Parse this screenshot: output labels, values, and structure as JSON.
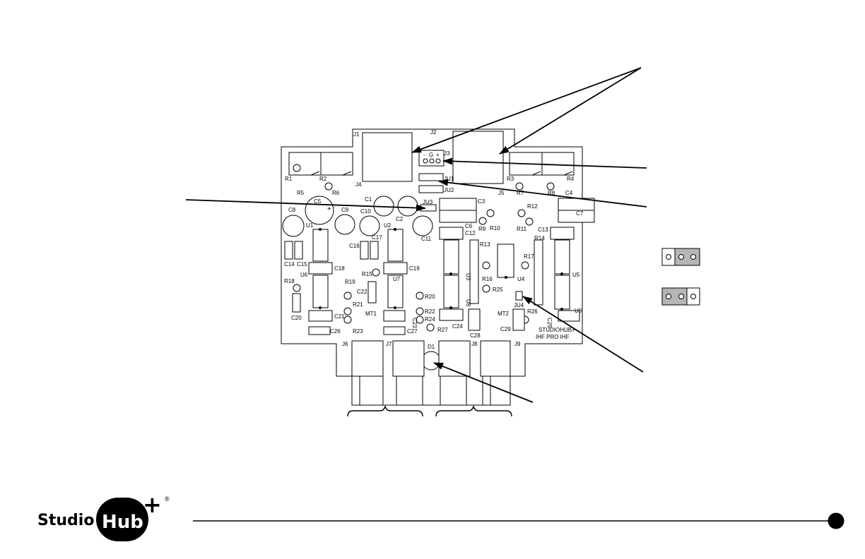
{
  "board": {
    "silkscreen": [
      "STUDIOHUB+",
      "IHF PRO IHF"
    ],
    "components": {
      "J1": "J1",
      "J2": "J2",
      "J3": "J3",
      "J4": "J4",
      "J5": "J5",
      "J6": "J6",
      "J7": "J7",
      "J8": "J8",
      "J9": "J9",
      "JU1": "JU1",
      "JU2": "JU2",
      "JU3": "JU3",
      "JU4": "JU4",
      "R1": "R1",
      "R2": "R2",
      "R3": "R3",
      "R4": "R4",
      "R5": "R5",
      "R6": "R6",
      "R7": "R7",
      "R8": "R8",
      "R9": "R9",
      "R10": "R10",
      "R11": "R11",
      "R12": "R12",
      "R13": "R13",
      "R14": "R14",
      "R15": "R15",
      "R16": "R16",
      "R17": "R17",
      "R18": "R18",
      "R19": "R19",
      "R20": "R20",
      "R21": "R21",
      "R22": "R22",
      "R23": "R23",
      "R24": "R24",
      "R25": "R25",
      "R26": "R26",
      "R27": "R27",
      "C1": "C1",
      "C2": "C2",
      "C3": "C3",
      "C4": "C4",
      "C5": "C5",
      "C6": "C6",
      "C7": "C7",
      "C8": "C8",
      "C9": "C9",
      "C10": "C10",
      "C11": "C11",
      "C12": "C12",
      "C13": "C13",
      "C14": "C14",
      "C15": "C15",
      "C16": "C16",
      "C17": "C17",
      "C18": "C18",
      "C19": "C19",
      "C20": "C20",
      "C21": "C21",
      "C22": "C22",
      "C23": "C23",
      "C24": "C24",
      "C25": "C25",
      "C26": "C26",
      "C27": "C27",
      "C28": "C28",
      "C29": "C29",
      "U1": "U1",
      "U2": "U2",
      "U3": "U3",
      "U4": "U4",
      "U5": "U5",
      "U6": "U6",
      "U7": "U7",
      "U8": "U8",
      "U9": "U9",
      "MT1": "MT1",
      "MT2": "MT2",
      "D1": "D1"
    },
    "terminal_block": {
      "minus": "-",
      "ground": "G",
      "plus": "+"
    },
    "polarity_mark": "+"
  },
  "logo": {
    "text_left": "Studio",
    "text_badge": "Hub",
    "plus": "+",
    "registered": "®"
  }
}
